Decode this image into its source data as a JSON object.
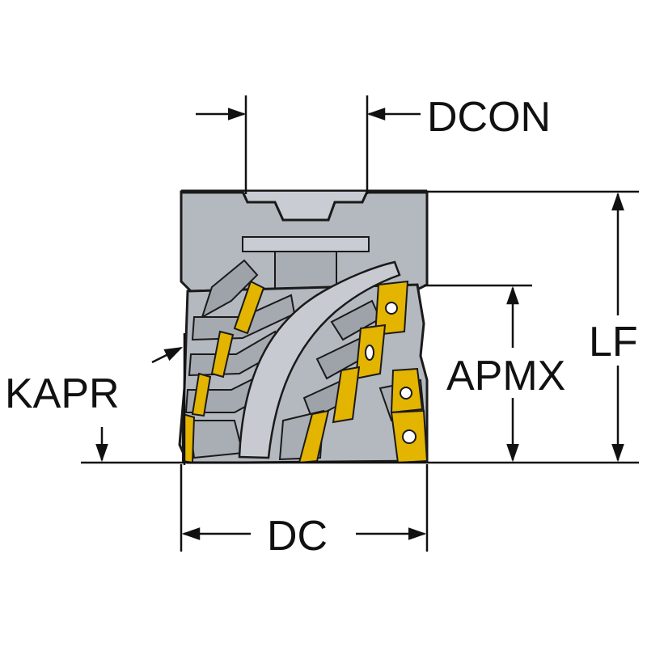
{
  "labels": {
    "dcon": "DCON",
    "lf": "LF",
    "apmx": "APMX",
    "kapr": "KAPR",
    "dc": "DC"
  },
  "colors": {
    "body": "#b4b8bf",
    "body_dark": "#9ea2a9",
    "body_light": "#c9cdd3",
    "outline": "#1a1a1a",
    "insert": "#e3b400",
    "insert_dark": "#b98f00",
    "line": "#111111"
  },
  "icons": {
    "part": "milling-cutter-drawing"
  }
}
